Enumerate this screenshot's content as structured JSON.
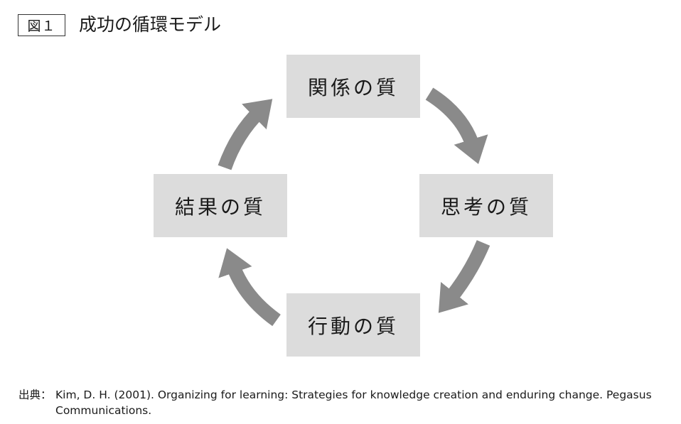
{
  "figure": {
    "label": "図１",
    "title": "成功の循環モデル"
  },
  "cycle": {
    "nodes": {
      "top": "関係の質",
      "right": "思考の質",
      "bottom": "行動の質",
      "left": "結果の質"
    },
    "direction": "clockwise",
    "box_color": "#dcdcdc",
    "arrow_color": "#8a8a8a"
  },
  "source": {
    "label": "出典：",
    "text": "Kim, D. H. (2001). Organizing for learning: Strategies for knowledge creation and enduring change. Pegasus Communications."
  }
}
